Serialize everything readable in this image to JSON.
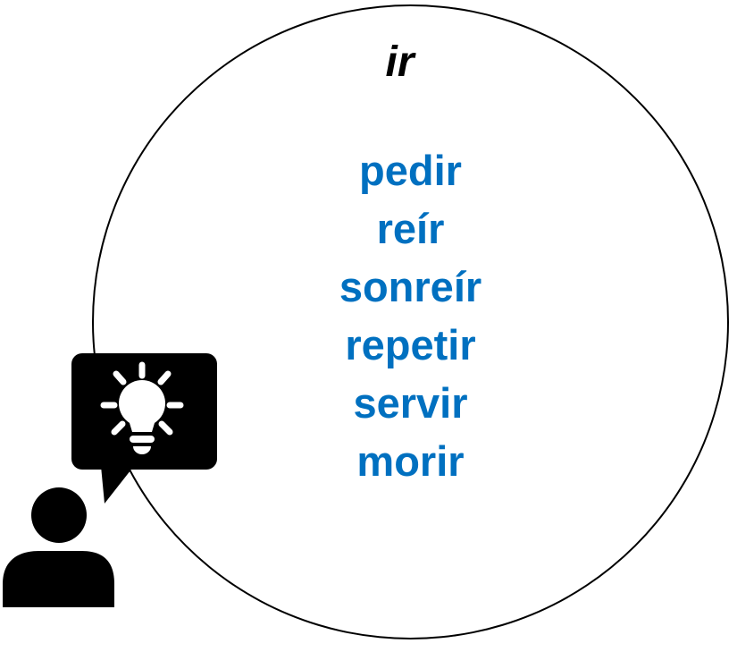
{
  "diagram": {
    "circle_label": "ir",
    "verbs": [
      "pedir",
      "reír",
      "sonreír",
      "repetir",
      "servir",
      "morir"
    ]
  },
  "colors": {
    "verb_text": "#0070C0",
    "circle_outline": "#000000",
    "icon_fill": "#000000",
    "page_bg": "#ffffff"
  },
  "icons": {
    "bubble": "lightbulb-speech-bubble-icon",
    "person": "person-silhouette-icon"
  }
}
